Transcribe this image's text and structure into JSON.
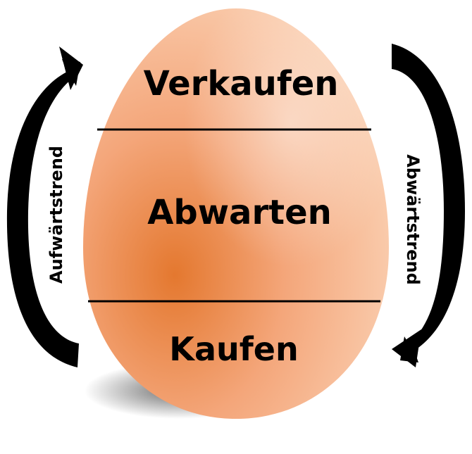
{
  "diagram": {
    "zones": {
      "top": "Verkaufen",
      "middle": "Abwarten",
      "bottom": "Kaufen"
    },
    "trends": {
      "left": "Aufwärtstrend",
      "right": "Abwärtstrend"
    }
  },
  "colors": {
    "egg_light": "#fbd6bd",
    "egg_mid": "#f4a57a",
    "egg_dark": "#e47a3c",
    "divider": "#000000",
    "arrow": "#000000",
    "text": "#000000"
  }
}
